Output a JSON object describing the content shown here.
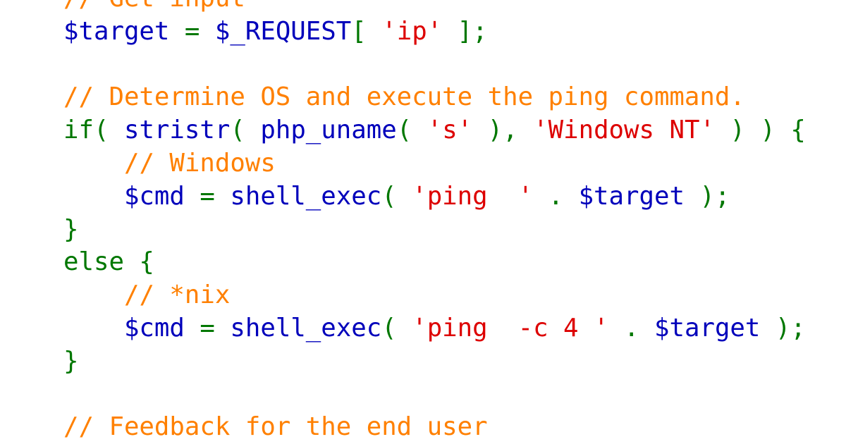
{
  "colors": {
    "default": "#0000BB",
    "keyword": "#007700",
    "string": "#DD0000",
    "comment": "#FF8000"
  },
  "code": {
    "language": "php",
    "lines": [
      [
        {
          "t": "comment",
          "s": "// Get input"
        }
      ],
      [
        {
          "t": "default",
          "s": "$target "
        },
        {
          "t": "keyword",
          "s": "= "
        },
        {
          "t": "default",
          "s": "$_REQUEST"
        },
        {
          "t": "keyword",
          "s": "[ "
        },
        {
          "t": "string",
          "s": "'ip' "
        },
        {
          "t": "keyword",
          "s": "];"
        }
      ],
      [],
      [
        {
          "t": "comment",
          "s": "// Determine OS and execute the ping command."
        }
      ],
      [
        {
          "t": "keyword",
          "s": "if( "
        },
        {
          "t": "default",
          "s": "stristr"
        },
        {
          "t": "keyword",
          "s": "( "
        },
        {
          "t": "default",
          "s": "php_uname"
        },
        {
          "t": "keyword",
          "s": "( "
        },
        {
          "t": "string",
          "s": "'s' "
        },
        {
          "t": "keyword",
          "s": "), "
        },
        {
          "t": "string",
          "s": "'Windows NT' "
        },
        {
          "t": "keyword",
          "s": ") ) {"
        }
      ],
      [
        {
          "t": "default",
          "s": "    "
        },
        {
          "t": "comment",
          "s": "// Windows"
        }
      ],
      [
        {
          "t": "default",
          "s": "    $cmd "
        },
        {
          "t": "keyword",
          "s": "= "
        },
        {
          "t": "default",
          "s": "shell_exec"
        },
        {
          "t": "keyword",
          "s": "( "
        },
        {
          "t": "string",
          "s": "'ping  ' "
        },
        {
          "t": "keyword",
          "s": ". "
        },
        {
          "t": "default",
          "s": "$target "
        },
        {
          "t": "keyword",
          "s": ");"
        }
      ],
      [
        {
          "t": "keyword",
          "s": "}"
        }
      ],
      [
        {
          "t": "keyword",
          "s": "else {"
        }
      ],
      [
        {
          "t": "default",
          "s": "    "
        },
        {
          "t": "comment",
          "s": "// *nix"
        }
      ],
      [
        {
          "t": "default",
          "s": "    $cmd "
        },
        {
          "t": "keyword",
          "s": "= "
        },
        {
          "t": "default",
          "s": "shell_exec"
        },
        {
          "t": "keyword",
          "s": "( "
        },
        {
          "t": "string",
          "s": "'ping  -c 4 ' "
        },
        {
          "t": "keyword",
          "s": ". "
        },
        {
          "t": "default",
          "s": "$target "
        },
        {
          "t": "keyword",
          "s": ");"
        }
      ],
      [
        {
          "t": "keyword",
          "s": "}"
        }
      ],
      [],
      [
        {
          "t": "comment",
          "s": "// Feedback for the end user"
        }
      ]
    ]
  }
}
